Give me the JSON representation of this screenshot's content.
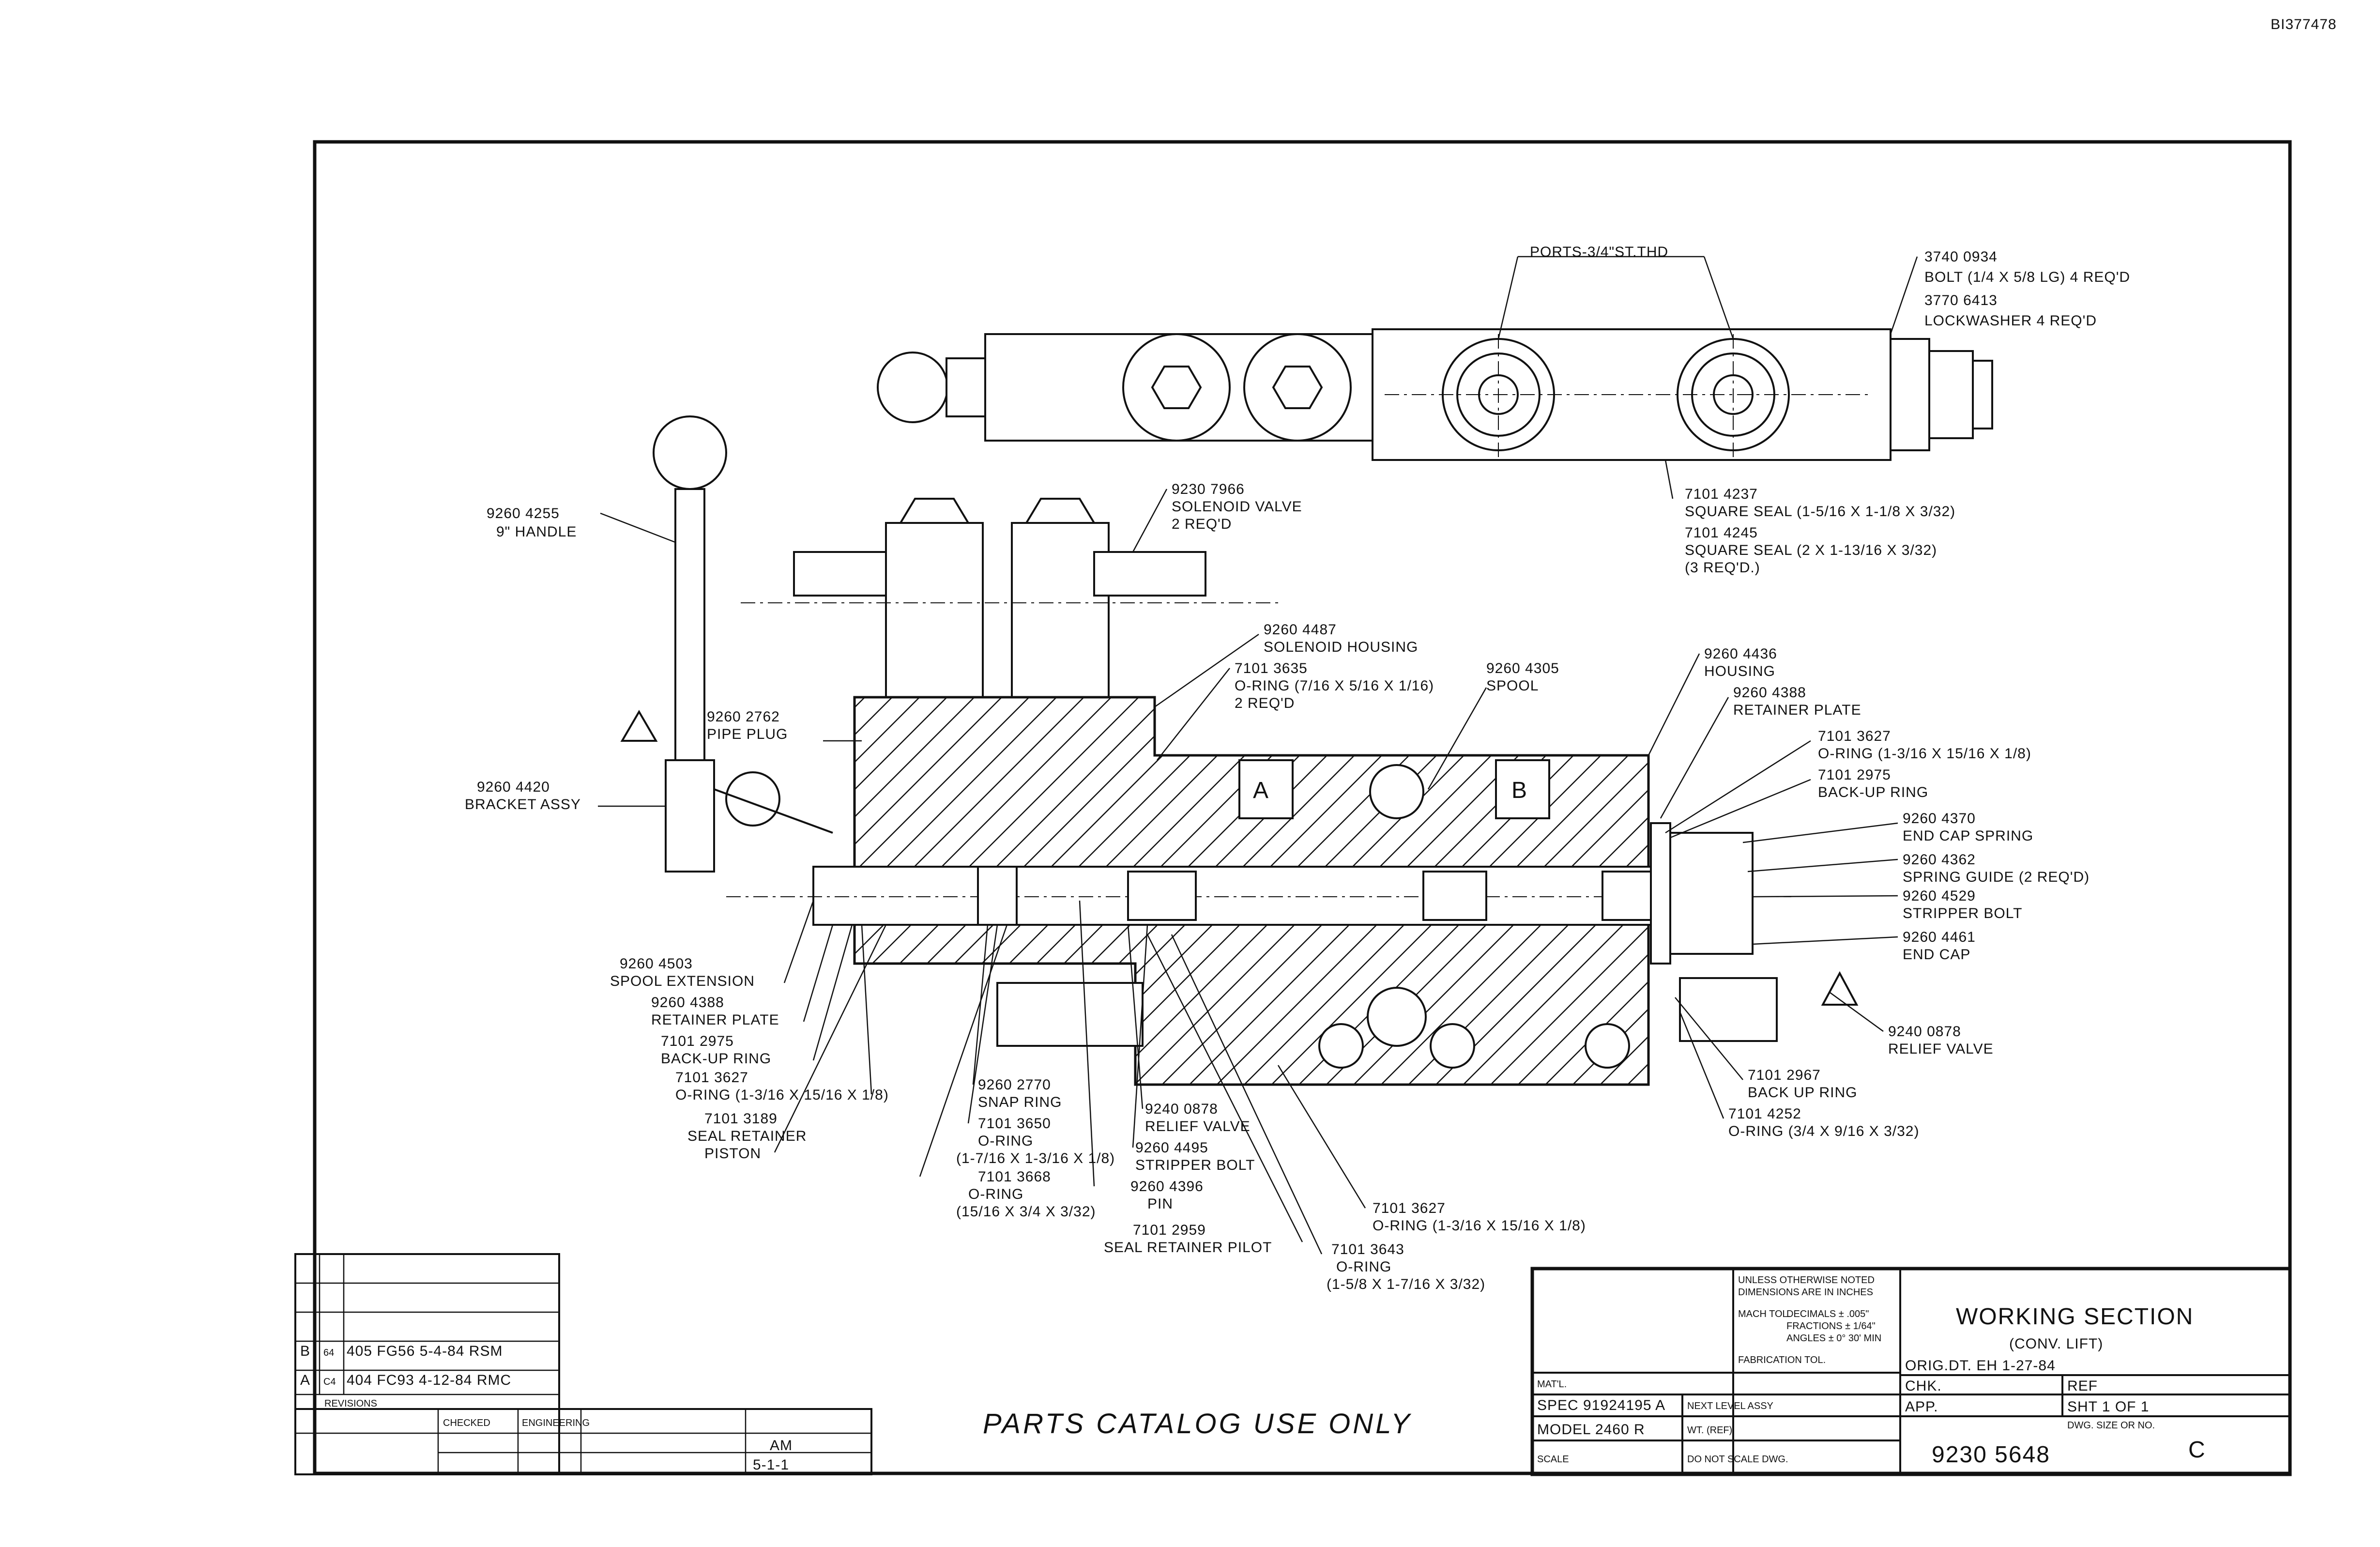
{
  "sheet": {
    "doc_ref": "BI377478",
    "catalog_note": "PARTS CATALOG USE ONLY"
  },
  "callouts": {
    "ports": "PORTS-3/4\"ST.THD",
    "bolt": [
      "3740 0934",
      "BOLT (1/4 X 5/8 LG) 4 REQ'D"
    ],
    "lockwasher": [
      "3770 6413",
      "LOCKWASHER 4 REQ'D"
    ],
    "square_seal_1": [
      "7101 4237",
      "SQUARE SEAL (1-5/16 X 1-1/8 X 3/32)"
    ],
    "square_seal_2": [
      "7101 4245",
      "SQUARE SEAL (2 X 1-13/16 X 3/32)",
      "(3 REQ'D.)"
    ],
    "handle": [
      "9260 4255",
      "9\" HANDLE"
    ],
    "solenoid_valve": [
      "9230 7966",
      "SOLENOID VALVE",
      "2 REQ'D"
    ],
    "solenoid_housing": [
      "9260 4487",
      "SOLENOID HOUSING"
    ],
    "oring_solenoid": [
      "7101 3635",
      "O-RING (7/16 X 5/16 X 1/16)",
      "2 REQ'D"
    ],
    "spool": [
      "9260 4305",
      "SPOOL"
    ],
    "housing": [
      "9260 4436",
      "HOUSING"
    ],
    "retainer_plate_right": [
      "9260 4388",
      "RETAINER PLATE"
    ],
    "oring_right": [
      "7101 3627",
      "O-RING (1-3/16 X 15/16 X 1/8)"
    ],
    "backup_ring_right": [
      "7101 2975",
      "BACK-UP RING"
    ],
    "end_cap_spring": [
      "9260 4370",
      "END CAP SPRING"
    ],
    "spring_guide": [
      "9260 4362",
      "SPRING GUIDE (2 REQ'D)"
    ],
    "stripper_bolt_right": [
      "9260 4529",
      "STRIPPER BOLT"
    ],
    "end_cap": [
      "9260 4461",
      "END CAP"
    ],
    "relief_valve_right": [
      "9240 0878",
      "RELIEF VALVE"
    ],
    "backup_ring_bottom": [
      "7101 2967",
      "BACK UP RING"
    ],
    "oring_bottom_right": [
      "7101 4252",
      "O-RING (3/4 X 9/16 X 3/32)"
    ],
    "pipe_plug": [
      "9260 2762",
      "PIPE PLUG"
    ],
    "bracket_assy": [
      "9260 4420",
      "BRACKET ASSY"
    ],
    "spool_extension": [
      "9260 4503",
      "SPOOL EXTENSION"
    ],
    "retainer_plate_left": [
      "9260 4388",
      "RETAINER PLATE"
    ],
    "backup_ring_left": [
      "7101 2975",
      "BACK-UP RING"
    ],
    "oring_left": [
      "7101 3627",
      "O-RING (1-3/16 X 15/16 X 1/8)"
    ],
    "seal_retainer_piston": [
      "7101 3189",
      "SEAL RETAINER",
      "PISTON"
    ],
    "snap_ring": [
      "9260 2770",
      "SNAP RING"
    ],
    "oring_mid": [
      "7101 3650",
      "O-RING",
      "(1-7/16 X 1-3/16 X 1/8)"
    ],
    "oring_small": [
      "7101 3668",
      "O-RING",
      "(15/16 X 3/4 X 3/32)"
    ],
    "relief_valve_mid": [
      "9240 0878",
      "RELIEF VALVE"
    ],
    "stripper_bolt_mid": [
      "9260 4495",
      "STRIPPER BOLT"
    ],
    "pin": [
      "9260 4396",
      "PIN"
    ],
    "seal_retainer_pilot": [
      "7101 2959",
      "SEAL RETAINER PILOT"
    ],
    "oring_lower_mid": [
      "7101 3627",
      "O-RING (1-3/16 X 15/16 X 1/8)"
    ],
    "oring_lower": [
      "7101 3643",
      "O-RING",
      "(1-5/8 X 1-7/16 X 3/32)"
    ]
  },
  "title_block": {
    "title_1": "WORKING SECTION",
    "title_2": "(CONV. LIFT)",
    "tolerance_note": [
      "UNLESS OTHERWISE NOTED",
      "DIMENSIONS ARE IN INCHES",
      "MACH TOL.",
      "DECIMALS ± .005\"",
      "FRACTIONS ± 1/64\"",
      "ANGLES ± 0° 30' MIN",
      "FABRICATION TOL."
    ],
    "matl_label": "MAT'L.",
    "spec": "SPEC 91924195 A",
    "next_level": "NEXT LEVEL ASSY",
    "model": "MODEL 2460 R",
    "weight": "WT. (REF)",
    "scale": "SCALE",
    "do_not_scale": "DO NOT SCALE DWG.",
    "orig": "ORIG.DT. EH 1-27-84",
    "chk": "CHK.",
    "app": "APP.",
    "ref": "REF",
    "sheet": "SHT 1 OF 1",
    "dwg_size_label": "DWG. SIZE OR NO.",
    "dwg_size": "C",
    "drawing_number": "9230 5648"
  },
  "revisions": [
    {
      "letter": "B",
      "ecn": "64",
      "text": "405 FG56 5-4-84 RSM"
    },
    {
      "letter": "A",
      "ecn": "C4",
      "text": "404 FC93 4-12-84 RMC"
    }
  ],
  "revision_header": "REVISIONS",
  "approval_block": {
    "checked": "CHECKED",
    "engineering": "ENGINEERING",
    "am": "AM",
    "date": "5-1-1"
  }
}
